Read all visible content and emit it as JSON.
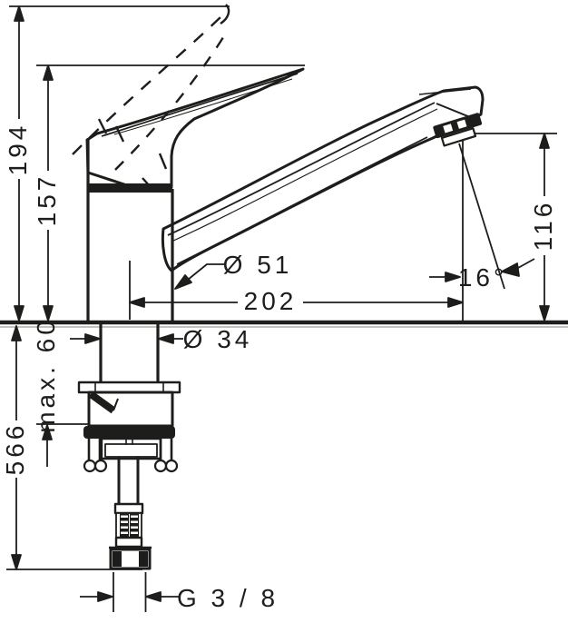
{
  "colors": {
    "line": "#1d1d1b",
    "background": "#ffffff"
  },
  "dimensions": {
    "overall_height_handle_raised": "194",
    "handle_height": "157",
    "outlet_height": "116",
    "spout_reach": "202",
    "body_diameter": "Ø 51",
    "shank_diameter": "Ø 34",
    "max_mounting_thickness": "max. 60",
    "hose_length_below_deck": "566",
    "spout_angle": "16°",
    "connection_thread": "G 3 / 8"
  }
}
